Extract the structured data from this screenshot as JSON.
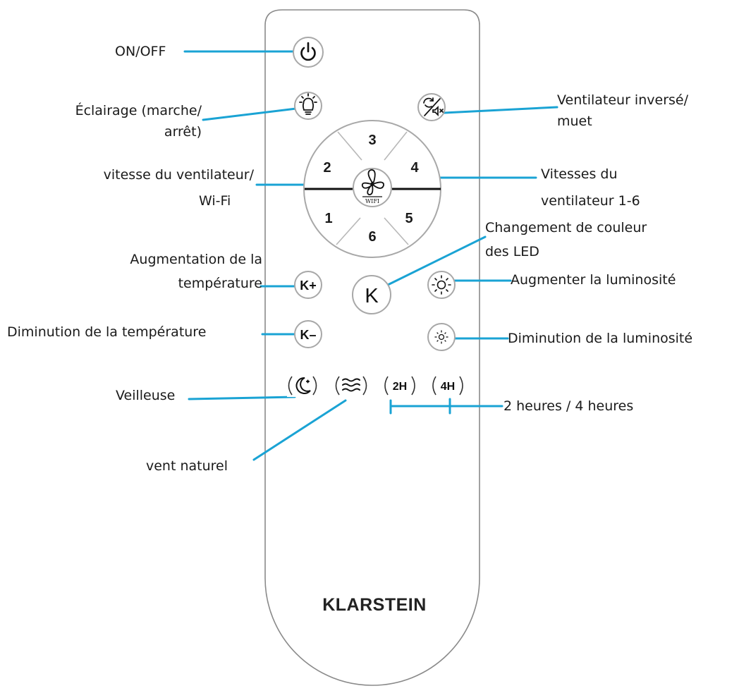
{
  "brand": "KLARSTEIN",
  "colors": {
    "callout_line": "#1aa3d4",
    "remote_outline": "#8a8a8a",
    "button_outline": "#a8a8a8",
    "divider": "#111111",
    "text": "#1a1a1a"
  },
  "buttons": {
    "power": {
      "icon": "power-icon"
    },
    "light": {
      "icon": "lightbulb-icon"
    },
    "reverse_mute": {
      "icon": "reverse-mute-icon"
    },
    "fan_wifi": {
      "icon": "fan-icon",
      "caption": "WIFI"
    },
    "speed_digits": [
      "1",
      "2",
      "3",
      "4",
      "5",
      "6"
    ],
    "k_plus": {
      "label": "K+"
    },
    "k": {
      "label": "K"
    },
    "k_minus": {
      "label": "K–"
    },
    "bright_up": {
      "icon": "sun-large-icon"
    },
    "bright_down": {
      "icon": "sun-small-icon"
    },
    "night": {
      "icon": "moon-icon"
    },
    "natural": {
      "icon": "waves-icon"
    },
    "timer_2h": {
      "label": "2H"
    },
    "timer_4h": {
      "label": "4H"
    }
  },
  "labels": {
    "on_off": "ON/OFF",
    "lighting_1": "Éclairage (marche/",
    "lighting_2": "arrêt)",
    "reverse_1": "Ventilateur inversé/",
    "reverse_2": "muet",
    "speed_wifi_1": "vitesse du ventilateur/",
    "speed_wifi_2": "Wi-Fi",
    "speeds_1": "Vitesses du",
    "speeds_2": "ventilateur 1-6",
    "color_change_1": "Changement de couleur",
    "color_change_2": "des LED",
    "temp_up_1": "Augmentation de la",
    "temp_up_2": "température",
    "bright_up": "Augmenter la luminosité",
    "temp_down": "Diminution de la température",
    "bright_down": "Diminution de la luminosité",
    "night_light": "Veilleuse",
    "timers": "2 heures / 4 heures",
    "natural_wind": "vent naturel"
  }
}
